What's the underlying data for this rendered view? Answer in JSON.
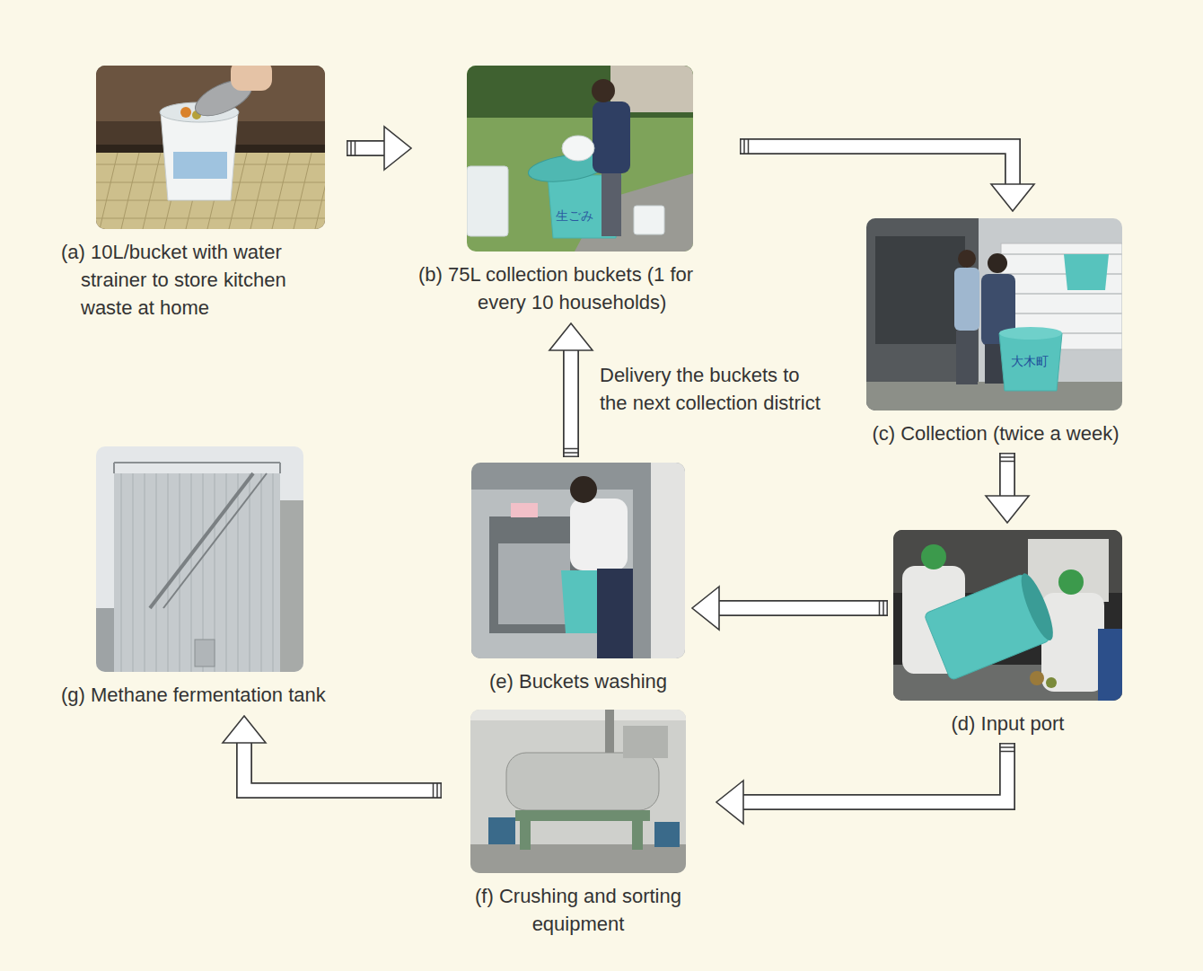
{
  "diagram": {
    "nodes": [
      {
        "text": [
          "(a) 10L/bucket with water strainer to store kitchen waste at home"
        ]
      },
      {
        "text": [
          "(b) 75L collection buckets (1 for every 10 households)"
        ]
      },
      {
        "text": [
          "(c) Collection (twice a week)"
        ]
      },
      {
        "text": [
          "(d) Input port"
        ]
      },
      {
        "text": [
          "(e) Buckets washing"
        ]
      },
      {
        "text": [
          "(f) Crushing and sorting equipment"
        ]
      },
      {
        "text": [
          "(g) Methane fermentation tank"
        ]
      }
    ],
    "edges": [
      {
        "from": 0,
        "to": 1,
        "arrow": "to"
      },
      {
        "from": 1,
        "to": 2,
        "arrow": "to"
      },
      {
        "from": 2,
        "to": 3,
        "arrow": "to"
      },
      {
        "from": 3,
        "to": 4,
        "arrow": "to"
      },
      {
        "from": 4,
        "to": 1,
        "arrow": "to",
        "label": "Delivery the buckets to the next collection district"
      },
      {
        "from": 3,
        "to": 5,
        "arrow": "to"
      },
      {
        "from": 5,
        "to": 6,
        "arrow": "to"
      }
    ],
    "labels": [
      "生ごみ",
      "大木町"
    ]
  }
}
